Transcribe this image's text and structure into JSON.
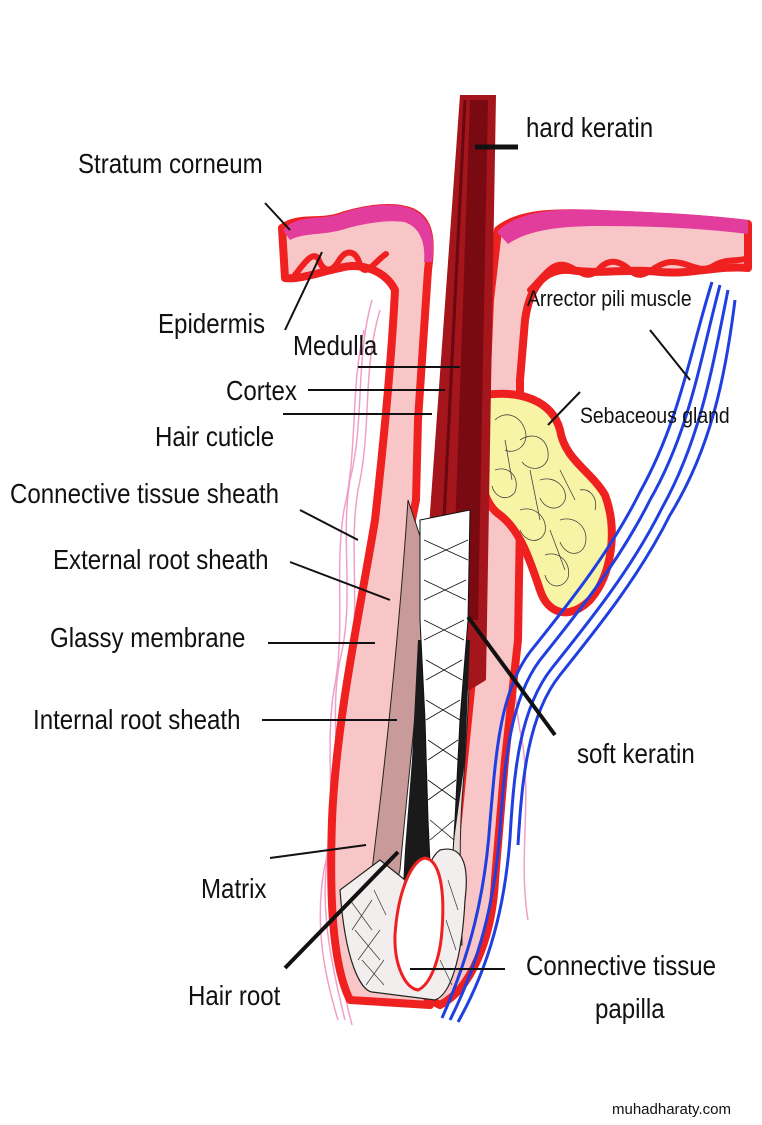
{
  "labels": {
    "hard_keratin": "hard keratin",
    "stratum_corneum": "Stratum corneum",
    "epidermis": "Epidermis",
    "medulla": "Medulla",
    "cortex": "Cortex",
    "hair_cuticle": "Hair cuticle",
    "connective_tissue_sheath": "Connective tissue sheath",
    "external_root_sheath": "External root sheath",
    "glassy_membrane": "Glassy membrane",
    "internal_root_sheath": "Internal root sheath",
    "matrix": "Matrix",
    "hair_root": "Hair root",
    "arrector_pili_muscle": "Arrector pili muscle",
    "sebaceous_gland": "Sebaceous gland",
    "soft_keratin": "soft keratin",
    "connective_tissue_papilla_1": "Connective tissue",
    "connective_tissue_papilla_2": "papilla"
  },
  "watermark": "muhadharaty.com",
  "colors": {
    "stratum_corneum": "#e23c9c",
    "epidermis_fill": "#f8c6c6",
    "epidermis_border": "#ee2020",
    "hard_keratin": "#7a0a12",
    "hair_dark": "#a4151c",
    "sebaceous_gland": "#f8f4a6",
    "arrector_pili": "#1f3fe0",
    "connective_sheath": "#f0a0c8"
  }
}
